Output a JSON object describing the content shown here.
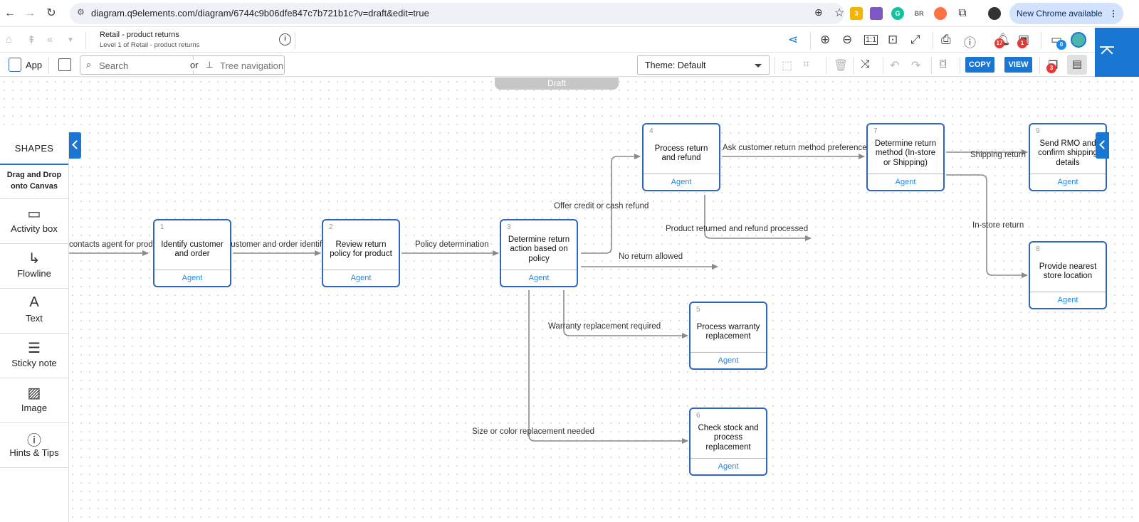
{
  "browser": {
    "url": "diagram.q9elements.com/diagram/6744c9b06dfe847c7b721b1c?v=draft&edit=true",
    "new_chrome_label": "New Chrome available",
    "extensions": [
      {
        "name": "google-docs-ext",
        "text": "3",
        "color": "#f4b400"
      },
      {
        "name": "purple-ext",
        "text": "",
        "color": "#7e57c2"
      },
      {
        "name": "grammarly-ext",
        "text": "G",
        "color": "#15c39a"
      },
      {
        "name": "br-ext",
        "text": "BR",
        "color": "#888888"
      }
    ]
  },
  "header": {
    "doc_title": "Retail - product returns",
    "doc_subtitle": "Level 1 of Retail - product returns",
    "badges": {
      "notifications": "17",
      "clipboard": "1",
      "comments": "0"
    }
  },
  "toolbar": {
    "app_label": "App",
    "search_placeholder": "Search",
    "or_label": "or",
    "tree_nav_label": "Tree navigation",
    "theme_label": "Theme: Default",
    "copy_label": "COPY",
    "view_label": "VIEW",
    "layers_badge": "3"
  },
  "canvas": {
    "draft_label": "Draft"
  },
  "shapes_panel": {
    "title": "SHAPES",
    "subtitle": "Drag and Drop onto Canvas",
    "items": [
      {
        "label": "Activity box",
        "icon": "activity-box-icon"
      },
      {
        "label": "Flowline",
        "icon": "flowline-icon"
      },
      {
        "label": "Text",
        "icon": "text-icon"
      },
      {
        "label": "Sticky note",
        "icon": "sticky-note-icon"
      },
      {
        "label": "Image",
        "icon": "image-icon"
      },
      {
        "label": "Hints & Tips",
        "icon": "hints-icon"
      }
    ]
  },
  "diagram": {
    "role_label": "Agent",
    "nodes": [
      {
        "num": "1",
        "text": "Identify customer and order"
      },
      {
        "num": "2",
        "text": "Review return policy for product"
      },
      {
        "num": "3",
        "text": "Determine return action based on policy"
      },
      {
        "num": "4",
        "text": "Process return and refund"
      },
      {
        "num": "5",
        "text": "Process warranty replacement"
      },
      {
        "num": "6",
        "text": "Check stock and process replacement"
      },
      {
        "num": "7",
        "text": "Determine return method (In-store or Shipping)"
      },
      {
        "num": "8",
        "text": "Provide nearest store location"
      },
      {
        "num": "9",
        "text": "Send RMO and confirm shipping details"
      }
    ],
    "edge_labels": {
      "start": "contacts agent for product",
      "e1_2": "Customer and order identified",
      "e2_3": "Policy determination",
      "e3_4": "Offer credit or cash refund",
      "e3_none": "No return allowed",
      "e3_5": "Warranty replacement required",
      "e3_6": "Size or color replacement needed",
      "e4_7": "Ask customer return method preference",
      "e4_end": "Product returned and refund processed",
      "e7_9": "Shipping return",
      "e7_8": "In-store return"
    }
  }
}
